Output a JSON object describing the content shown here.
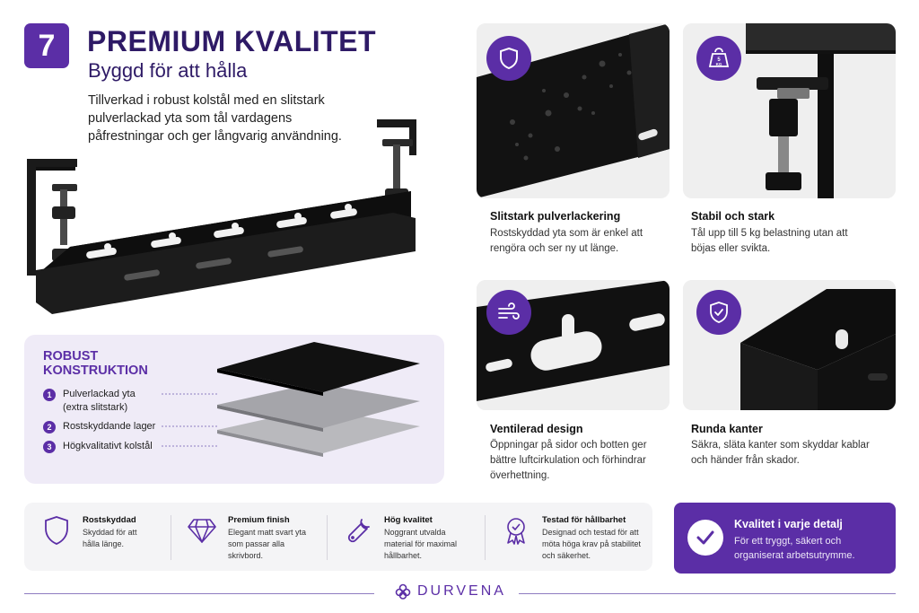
{
  "header": {
    "number": "7",
    "title": "PREMIUM KVALITET",
    "subtitle": "Byggd för att hålla",
    "intro": "Tillverkad i robust kolstål med en slitstark pulverlackad yta som tål vardagens påfrestningar och ger långvarig användning."
  },
  "layers": {
    "title": "ROBUST KONSTRUKTION",
    "items": [
      {
        "num": "1",
        "label": "Pulverlackad yta (extra slitstark)"
      },
      {
        "num": "2",
        "label": "Rostskyddande lager"
      },
      {
        "num": "3",
        "label": "Högkvalitativt kolstål"
      }
    ]
  },
  "features": [
    {
      "icon": "shield-icon",
      "title": "Slitstark pulverlackering",
      "desc": "Rostskyddad yta som är enkel att rengöra och ser ny ut länge."
    },
    {
      "icon": "weight-icon",
      "icon_text": "5 KG",
      "title": "Stabil och stark",
      "desc": "Tål upp till 5 kg belastning utan att böjas eller svikta."
    },
    {
      "icon": "wind-icon",
      "title": "Ventilerad design",
      "desc": "Öppningar på sidor och botten ger bättre luftcirkulation och förhindrar överhettning."
    },
    {
      "icon": "shield-check-icon",
      "title": "Runda kanter",
      "desc": "Säkra, släta kanter som skyddar kablar och händer från skador."
    }
  ],
  "strip": [
    {
      "icon": "shield-outline-icon",
      "title": "Rostskyddad",
      "desc": "Skyddad för att hålla länge."
    },
    {
      "icon": "diamond-icon",
      "title": "Premium finish",
      "desc": "Elegant matt svart yta som passar alla skrivbord."
    },
    {
      "icon": "wrench-icon",
      "title": "Hög kvalitet",
      "desc": "Noggrant utvalda material för maximal hållbarhet."
    },
    {
      "icon": "award-icon",
      "title": "Testad för hållbarhet",
      "desc": "Designad och testad för att möta höga krav på stabilitet och säkerhet."
    }
  ],
  "quality": {
    "title": "Kvalitet i varje detalj",
    "desc": "För ett tryggt, säkert och organiserat arbetsutrymme."
  },
  "brand": {
    "name": "DURVENA"
  },
  "colors": {
    "accent": "#5b2ea6",
    "panel": "#efebf7",
    "strip": "#f4f4f6"
  }
}
